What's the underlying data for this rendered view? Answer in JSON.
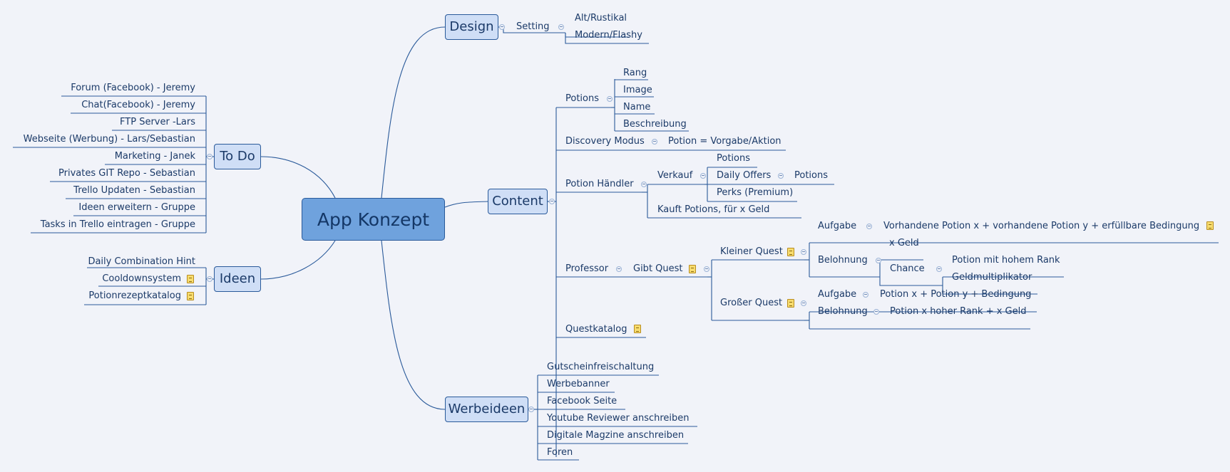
{
  "root": {
    "label": "App Konzept"
  },
  "todo": {
    "label": "To Do",
    "items": [
      "Forum (Facebook) - Jeremy",
      "Chat(Facebook) - Jeremy",
      "FTP Server -Lars",
      "Webseite (Werbung) - Lars/Sebastian",
      "Marketing - Janek",
      "Privates GIT Repo - Sebastian",
      "Trello Updaten - Sebastian",
      "Ideen erweitern - Gruppe",
      "Tasks in Trello eintragen - Gruppe"
    ]
  },
  "ideen": {
    "label": "Ideen",
    "items": [
      "Daily Combination Hint",
      "Cooldownsystem",
      "Potionrezeptkatalog"
    ]
  },
  "design": {
    "label": "Design",
    "setting": "Setting",
    "options": [
      "Alt/Rustikal",
      "Modern/Flashy"
    ]
  },
  "content": {
    "label": "Content",
    "potions": {
      "label": "Potions",
      "items": [
        "Rang",
        "Image",
        "Name",
        "Beschreibung"
      ]
    },
    "discovery": {
      "label": "Discovery Modus",
      "value": "Potion = Vorgabe/Aktion"
    },
    "haendler": {
      "label": "Potion Händler",
      "verkauf": "Verkauf",
      "verkauf_items": [
        "Potions",
        "Daily Offers",
        "Perks (Premium)"
      ],
      "daily_offers_child": "Potions",
      "kauft": "Kauft Potions, für x Geld"
    },
    "professor": {
      "label": "Professor",
      "gibt_quest": "Gibt Quest",
      "kleiner": {
        "label": "Kleiner Quest",
        "aufgabe": "Aufgabe",
        "aufgabe_value": "Vorhandene Potion x + vorhandene Potion y + erfüllbare Bedingung",
        "belohnung": "Belohnung",
        "x_geld": "x Geld",
        "chance": "Chance",
        "chance_items": [
          "Potion mit hohem Rank",
          "Geldmultiplikator"
        ]
      },
      "grosser": {
        "label": "Großer Quest",
        "aufgabe": "Aufgabe",
        "aufgabe_value": "Potion x + Potion y + Bedingung",
        "belohnung": "Belohnung",
        "belohnung_value": "Potion x hoher Rank + x Geld"
      }
    },
    "questkatalog": "Questkatalog"
  },
  "werbeideen": {
    "label": "Werbeideen",
    "items": [
      "Gutscheinfreischaltung",
      "Werbebanner",
      "Facebook Seite",
      "Youtube Reviewer anschreiben",
      "Digitale Magzine anschreiben",
      "Foren"
    ]
  },
  "colors": {
    "line": "#2a5a9a",
    "node_fill": "#cfdef6",
    "root_fill": "#6fa2dd",
    "background": "#f1f3f9"
  }
}
